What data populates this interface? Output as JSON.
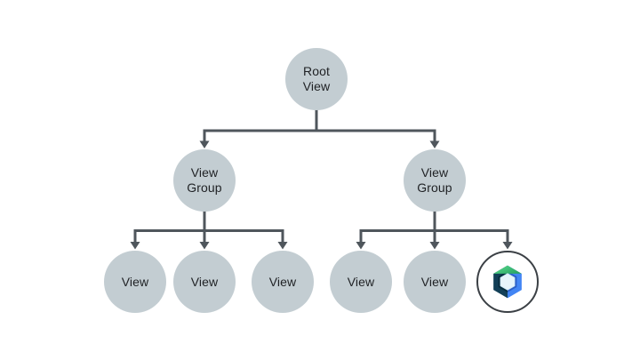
{
  "diagram": {
    "type": "tree",
    "description": "View hierarchy tree: a root view with two view groups, each containing leaf views; last leaf is the Jetpack Compose logo",
    "nodes": {
      "root": {
        "label": "Root View"
      },
      "group_left": {
        "label": "View Group"
      },
      "group_right": {
        "label": "View Group"
      },
      "view_1": {
        "label": "View"
      },
      "view_2": {
        "label": "View"
      },
      "view_3": {
        "label": "View"
      },
      "view_4": {
        "label": "View"
      },
      "view_5": {
        "label": "View"
      },
      "compose": {
        "label": "",
        "icon": "jetpack-compose-logo"
      }
    },
    "edges": [
      [
        "root",
        "group_left"
      ],
      [
        "root",
        "group_right"
      ],
      [
        "group_left",
        "view_1"
      ],
      [
        "group_left",
        "view_2"
      ],
      [
        "group_left",
        "view_3"
      ],
      [
        "group_right",
        "view_4"
      ],
      [
        "group_right",
        "view_5"
      ],
      [
        "group_right",
        "compose"
      ]
    ]
  },
  "colors": {
    "canvas_bg": "#ffffff",
    "node_fill": "#c3cdd2",
    "node_text": "#1f2124",
    "connector": "#4f565c",
    "compose_ring": "#3b4045",
    "compose_green_light": "#5ce08f",
    "compose_green_dark": "#2ba565",
    "compose_blue": "#4285f4",
    "compose_blue_dark": "#2a5ec7",
    "compose_navy": "#123f57",
    "compose_navy_dark": "#062b3d",
    "compose_center": "#e7f4fb",
    "compose_center_edge": "#cfe9f8"
  }
}
